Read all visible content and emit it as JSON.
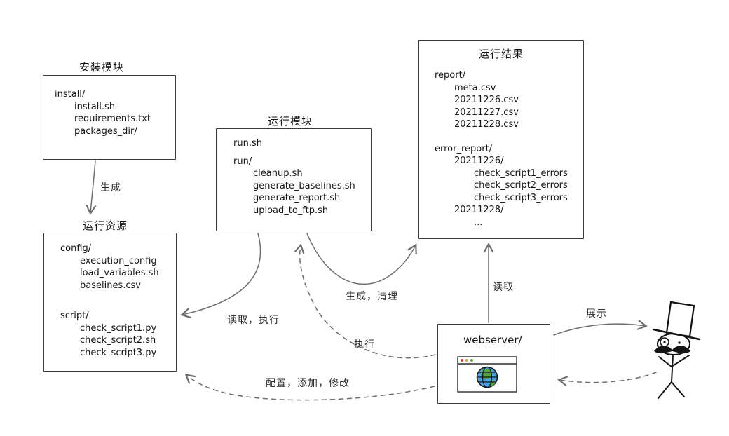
{
  "canvas": {
    "background": "#ffffff",
    "ink_color": "#1e1e1e",
    "box_border_color": "#3a3a3a",
    "arrow_color": "#6e6e6e"
  },
  "boxes": {
    "install": {
      "title": "安装模块",
      "lines": [
        {
          "text": "install/",
          "indent": 0
        },
        {
          "text": "install.sh",
          "indent": 1
        },
        {
          "text": "requirements.txt",
          "indent": 1
        },
        {
          "text": "packages_dir/",
          "indent": 1
        }
      ]
    },
    "run": {
      "title": "运行模块",
      "lines": [
        {
          "text": "run.sh",
          "indent": 0
        },
        {
          "text": "",
          "indent": 0
        },
        {
          "text": "run/",
          "indent": 0
        },
        {
          "text": "cleanup.sh",
          "indent": 1
        },
        {
          "text": "generate_baselines.sh",
          "indent": 1
        },
        {
          "text": "generate_report.sh",
          "indent": 1
        },
        {
          "text": "upload_to_ftp.sh",
          "indent": 1
        }
      ]
    },
    "results": {
      "title": "运行结果",
      "lines": [
        {
          "text": "report/",
          "indent": 0
        },
        {
          "text": "meta.csv",
          "indent": 1
        },
        {
          "text": "20211226.csv",
          "indent": 1
        },
        {
          "text": "20211227.csv",
          "indent": 1
        },
        {
          "text": "20211228.csv",
          "indent": 1
        },
        {
          "text": "",
          "indent": 0
        },
        {
          "text": "error_report/",
          "indent": 0
        },
        {
          "text": "20211226/",
          "indent": 1
        },
        {
          "text": "check_script1_errors",
          "indent": 2
        },
        {
          "text": "check_script2_errors",
          "indent": 2
        },
        {
          "text": "check_script3_errors",
          "indent": 2
        },
        {
          "text": "20211228/",
          "indent": 1
        },
        {
          "text": "...",
          "indent": 2
        }
      ]
    },
    "resources": {
      "title": "运行资源",
      "lines": [
        {
          "text": "config/",
          "indent": 0
        },
        {
          "text": "execution_config",
          "indent": 1
        },
        {
          "text": "load_variables.sh",
          "indent": 1
        },
        {
          "text": "baselines.csv",
          "indent": 1
        },
        {
          "text": "",
          "indent": 0
        },
        {
          "text": "script/",
          "indent": 0
        },
        {
          "text": "check_script1.py",
          "indent": 1
        },
        {
          "text": "check_script2.sh",
          "indent": 1
        },
        {
          "text": "check_script3.py",
          "indent": 1
        }
      ]
    },
    "webserver": {
      "title": "webserver/"
    }
  },
  "arrows": {
    "generate": {
      "label": "生成",
      "style": "solid",
      "from": "install-module",
      "to": "run-resources"
    },
    "read_execute": {
      "label": "读取，执行",
      "style": "solid",
      "from": "run-module",
      "to": "run-resources"
    },
    "generate_clean": {
      "label": "生成，清理",
      "style": "solid",
      "from": "run-module",
      "to": "run-results"
    },
    "read": {
      "label": "读取",
      "style": "solid",
      "from": "webserver",
      "to": "run-results"
    },
    "execute": {
      "label": "执行",
      "style": "dashed",
      "from": "webserver",
      "to": "run-module"
    },
    "configure_add_modify": {
      "label": "配置，添加，修改",
      "style": "dashed",
      "from": "webserver",
      "to": "run-resources"
    },
    "display": {
      "label": "展示",
      "style": "solid",
      "from": "webserver",
      "to": "user"
    },
    "user_feedback": {
      "label": "",
      "style": "dashed",
      "from": "user",
      "to": "webserver"
    }
  },
  "icons": {
    "browser_window": {
      "traffic_dots": [
        "#d9453b",
        "#dd9f3d",
        "#55a345"
      ],
      "globe_ocean": "#4ba3e3",
      "globe_land": "#55a345",
      "frame_color": "#2b2b2b"
    },
    "person": {
      "description": "stick figure with top hat, monocle and mustache",
      "ink": "#141414"
    }
  }
}
